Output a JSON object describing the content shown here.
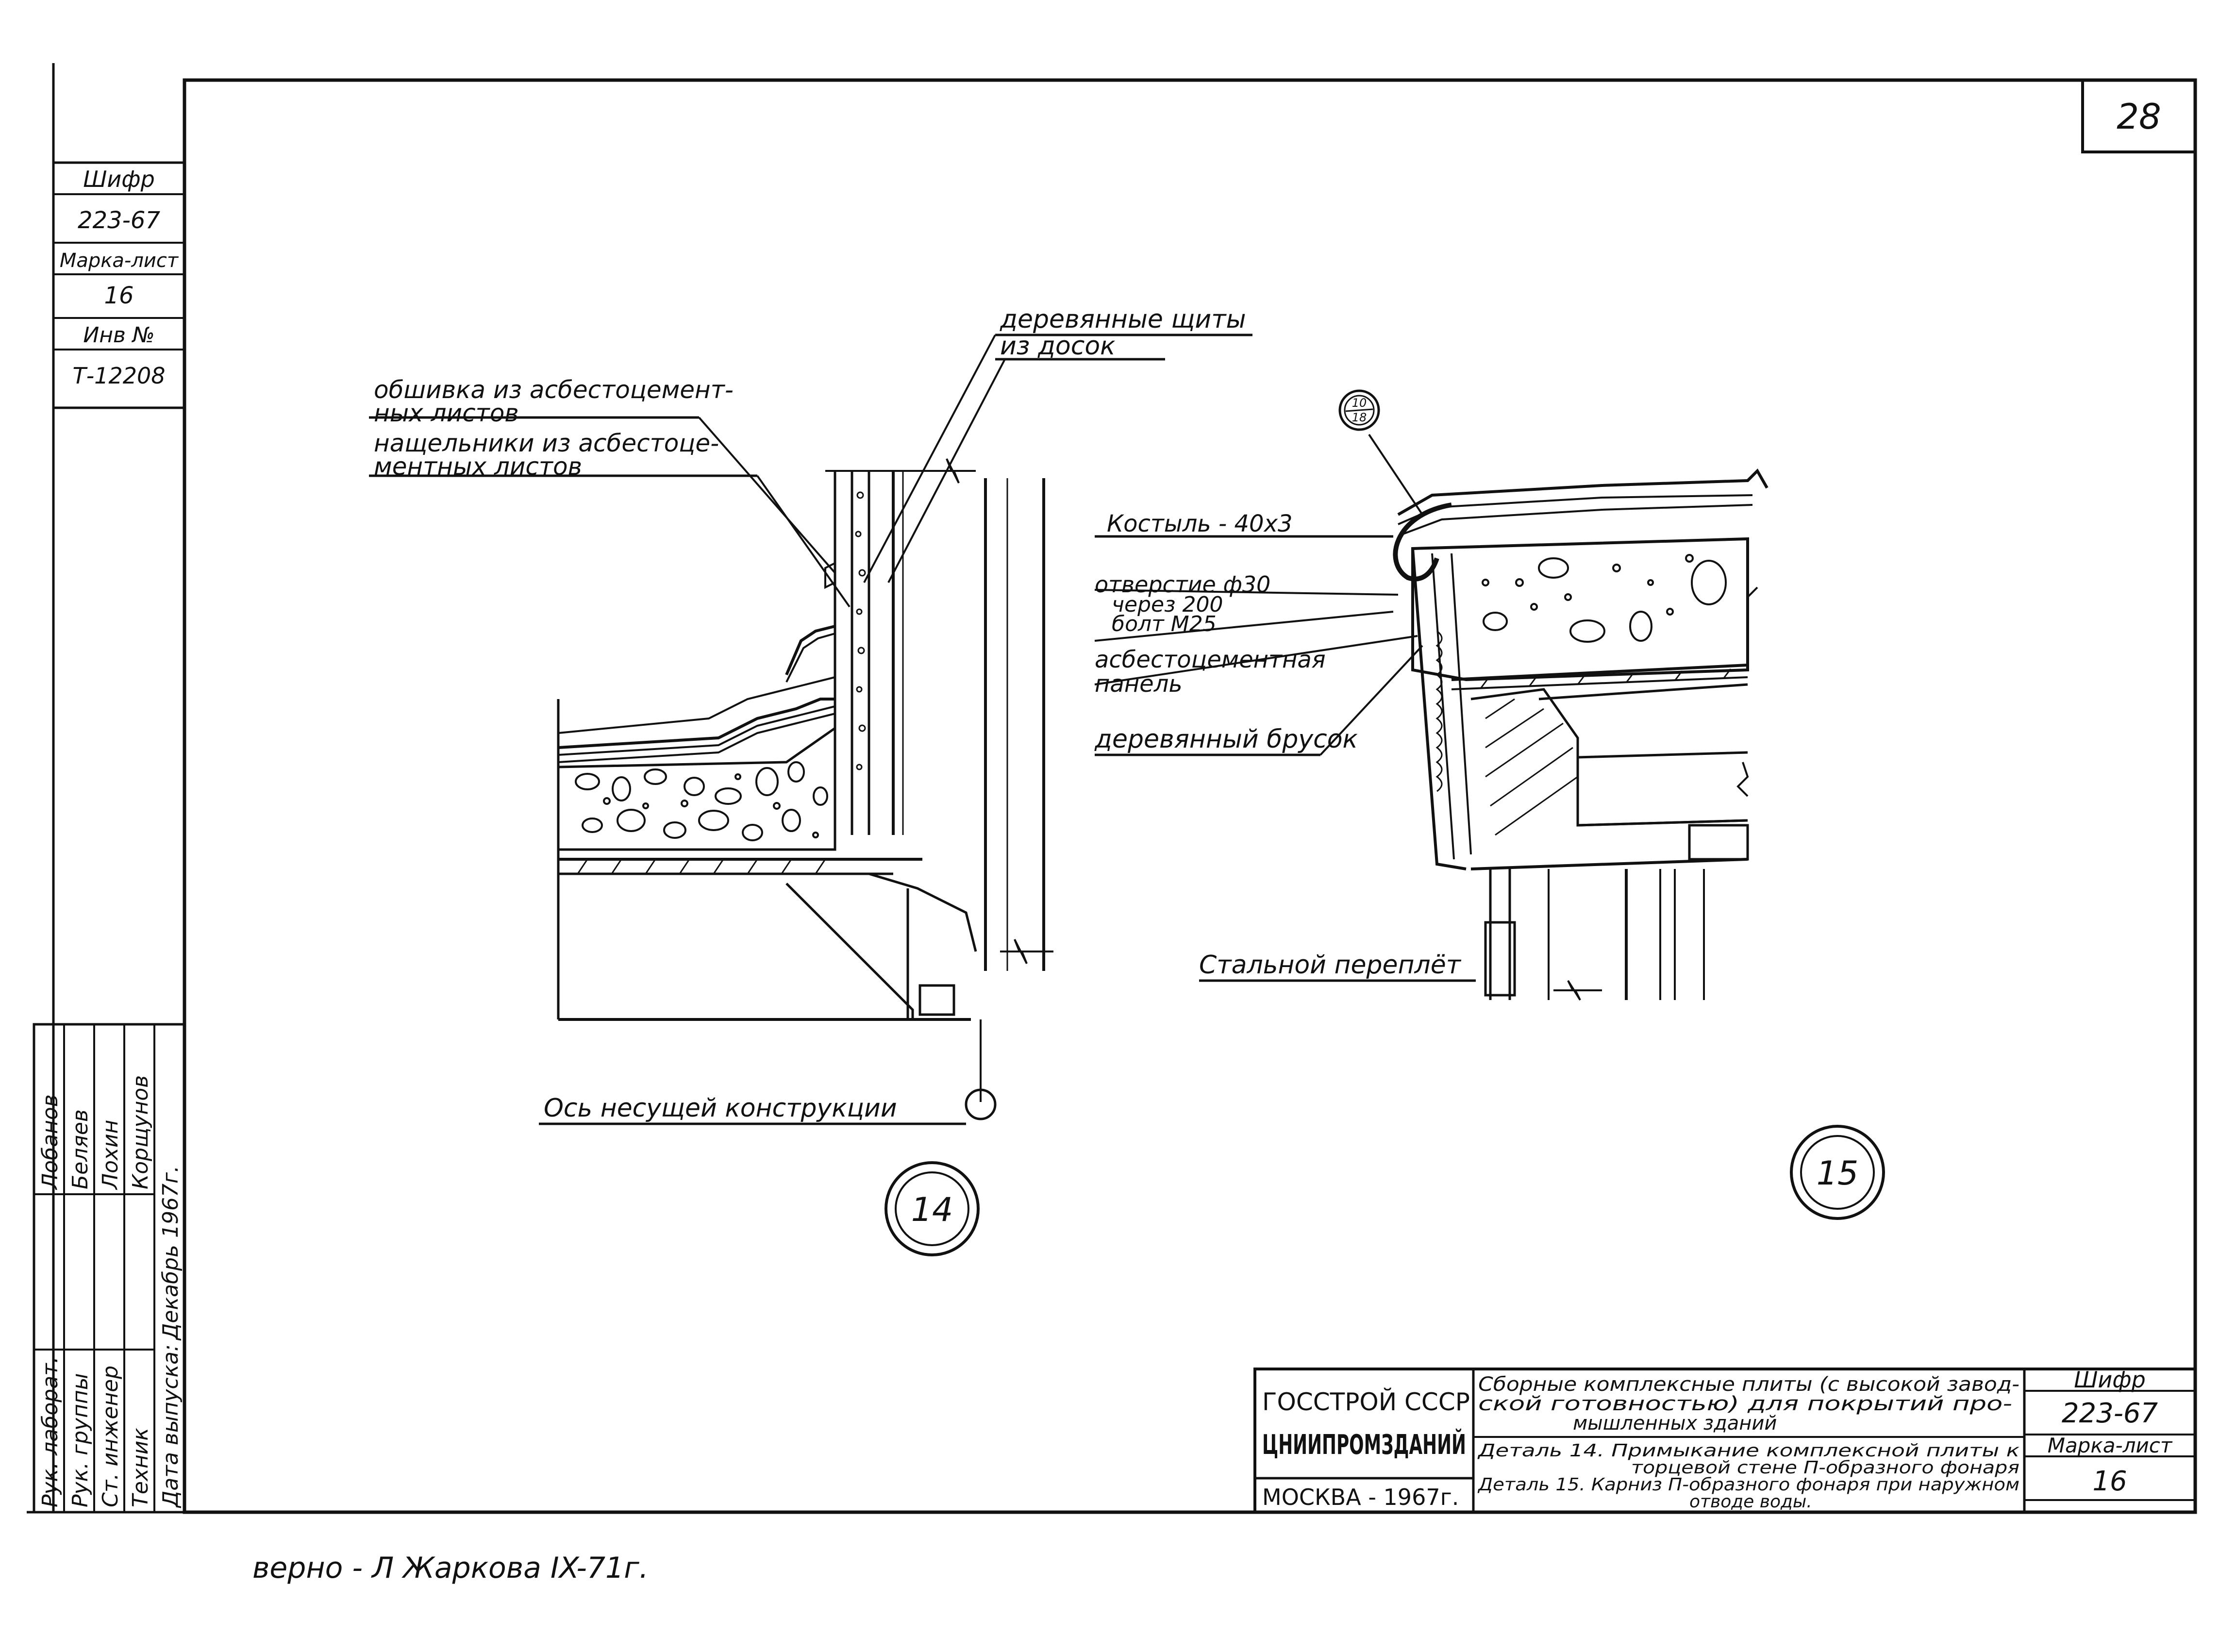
{
  "sheet": {
    "page_number": "28",
    "cipher_label": "Шифр",
    "cipher_value": "223-67",
    "mark_sheet_label": "Марка-лист",
    "mark_sheet_value": "16",
    "inv_label": "Инв №",
    "inv_value": "Т-12208"
  },
  "detail14": {
    "number": "14",
    "label_shields": [
      "деревянные щиты",
      "из досок"
    ],
    "label_cladding": [
      "обшивка из асбестоцемент-",
      "ных листов"
    ],
    "label_flashing": [
      "нащельники из асбестоце-",
      "ментных листов"
    ],
    "label_axis": "Ось несущей конструкции"
  },
  "detail15": {
    "number": "15",
    "callout_top": "10",
    "callout_bottom": "18",
    "label_crutch": "Костыль - 40х3",
    "label_hole": [
      "отверстие ф30",
      "через 200",
      "болт М25"
    ],
    "label_panel": [
      "асбестоцементная",
      "панель"
    ],
    "label_bar": "деревянный брусок",
    "label_frame": "Стальной переплёт"
  },
  "title_block": {
    "org1": "ГОССТРОЙ СССР",
    "org2": "ЦНИИПРОМЗДАНИЙ",
    "city_year": "МОСКВА - 1967г.",
    "title": [
      "Сборные комплексные плиты (с высокой завод-",
      "ской готовностью) для покрытий про-",
      "мышленных зданий"
    ],
    "detail_desc": [
      "Деталь 14. Примыкание комплексной плиты к",
      "торцевой стене П-образного фонаря",
      "Деталь 15. Карниз П-образного фонаря при наружном",
      "отводе воды."
    ],
    "cipher_label": "Шифр",
    "cipher_value": "223-67",
    "mark_label": "Марка-лист",
    "mark_value": "16"
  },
  "side_stamp": {
    "roles": [
      "Рук. лаборат.",
      "Рук. группы",
      "Ст. инженер",
      "Техник",
      "Дата выпуска:"
    ],
    "names": [
      "Лобанов",
      "Беляев",
      "Лохин",
      "Корщунов",
      "Декабрь 1967г."
    ]
  },
  "signature": {
    "text": "верно - Л Жаркова IX-71г."
  }
}
